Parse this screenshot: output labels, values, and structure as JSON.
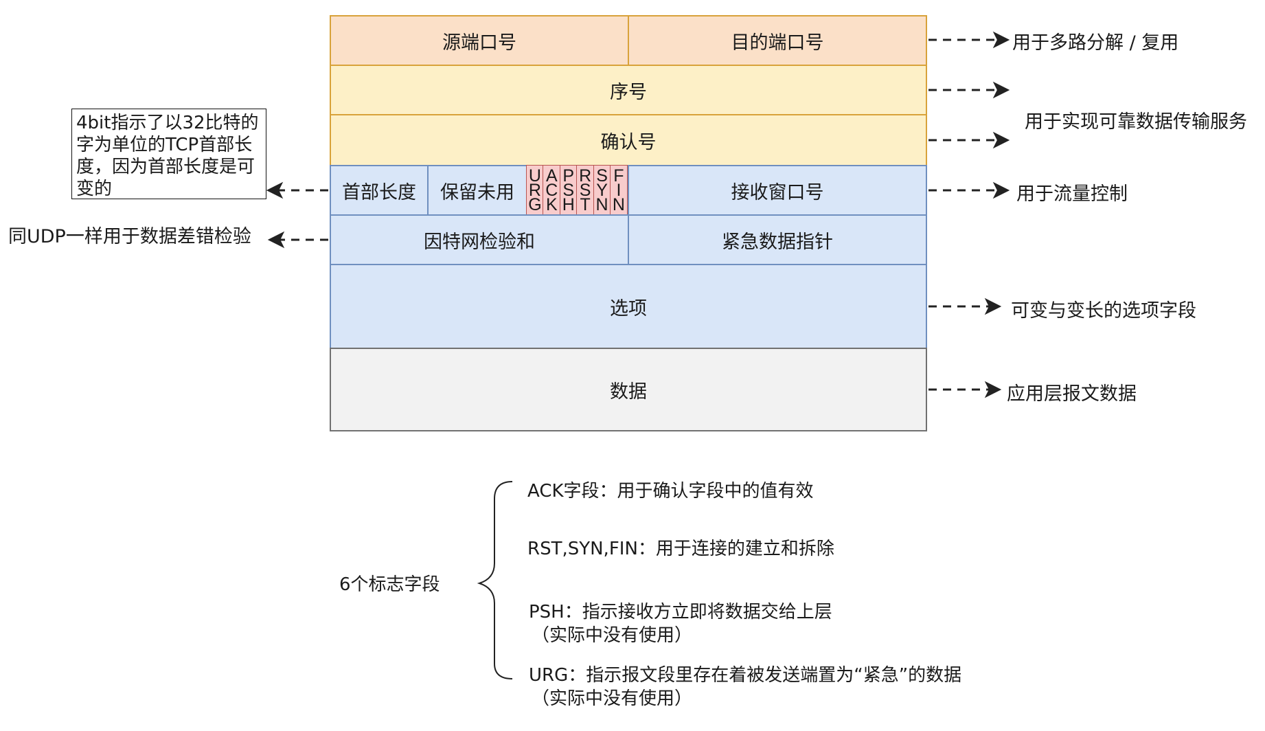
{
  "header_row": {
    "src_port": "源端口号",
    "dst_port": "目的端口号"
  },
  "seq": "序号",
  "ack": "确认号",
  "row4": {
    "header_len": "首部长度",
    "reserved": "保留未用",
    "flags": [
      {
        "name": "urg",
        "chars": [
          "U",
          "R",
          "G"
        ]
      },
      {
        "name": "ack",
        "chars": [
          "A",
          "C",
          "K"
        ]
      },
      {
        "name": "psh",
        "chars": [
          "P",
          "S",
          "H"
        ]
      },
      {
        "name": "rst",
        "chars": [
          "R",
          "S",
          "T"
        ]
      },
      {
        "name": "syn",
        "chars": [
          "S",
          "Y",
          "N"
        ]
      },
      {
        "name": "fin",
        "chars": [
          "F",
          "I",
          "N"
        ]
      }
    ],
    "window": "接收窗口号"
  },
  "row5": {
    "checksum": "因特网检验和",
    "urgent_ptr": "紧急数据指针"
  },
  "options": "选项",
  "data": "数据",
  "annotations": {
    "ports": "用于多路分解 / 复用",
    "reliable": "用于实现可靠数据传输服务",
    "flow": "用于流量控制",
    "options": "可变与变长的选项字段",
    "data": "应用层报文数据",
    "header_len_note": "4bit指示了以32比特的字为单位的TCP首部长度，因为首部长度是可变的",
    "checksum_note": "同UDP一样用于数据差错检验"
  },
  "legend": {
    "title": "6个标志字段",
    "ack": "ACK字段：用于确认字段中的值有效",
    "rst_syn_fin": "RST,SYN,FIN：用于连接的建立和拆除",
    "psh": "PSH：指示接收方立即将数据交给上层",
    "psh_note": "（实际中没有使用）",
    "urg": "URG：指示报文段里存在着被发送端置为“紧急”的数据",
    "urg_note": "（实际中没有使用）"
  },
  "colors": {
    "orange_fill": "#fbe0c8",
    "yellow_fill": "#fdf0c7",
    "blue_fill": "#d9e6f8",
    "gray_fill": "#f2f2f2",
    "flag_fill": "#f8cccc"
  }
}
